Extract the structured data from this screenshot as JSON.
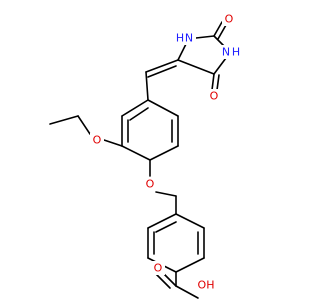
{
  "molecule": {
    "atom_labels": {
      "nh_top": "N",
      "h_top": "H",
      "nh_right": "N",
      "h_right": "H",
      "o_top": "O",
      "o_carbonyl": "O",
      "o_ethoxy": "O",
      "o_ether": "O",
      "o_acid": "O",
      "oh_acid": "OH"
    },
    "colors": {
      "bond": "#000000",
      "oxygen": "#e00000",
      "nitrogen": "#2020ff"
    }
  }
}
